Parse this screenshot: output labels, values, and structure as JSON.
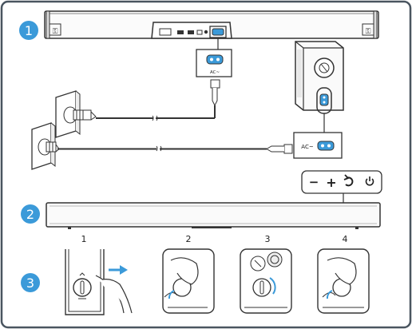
{
  "steps": {
    "one": "1",
    "two": "2",
    "three": "3"
  },
  "ports": {
    "soundbar_port": "AC~",
    "subwoofer_port": "AC~"
  },
  "remote_buttons": {
    "minus": "−",
    "plus": "+",
    "source_icon": "source-icon",
    "power_icon": "power-icon"
  },
  "battery_steps": [
    "1",
    "2",
    "3",
    "4"
  ],
  "colors": {
    "step_circle": "#3b9ad9",
    "line": "#333333",
    "panel_border": "#4a5560"
  }
}
